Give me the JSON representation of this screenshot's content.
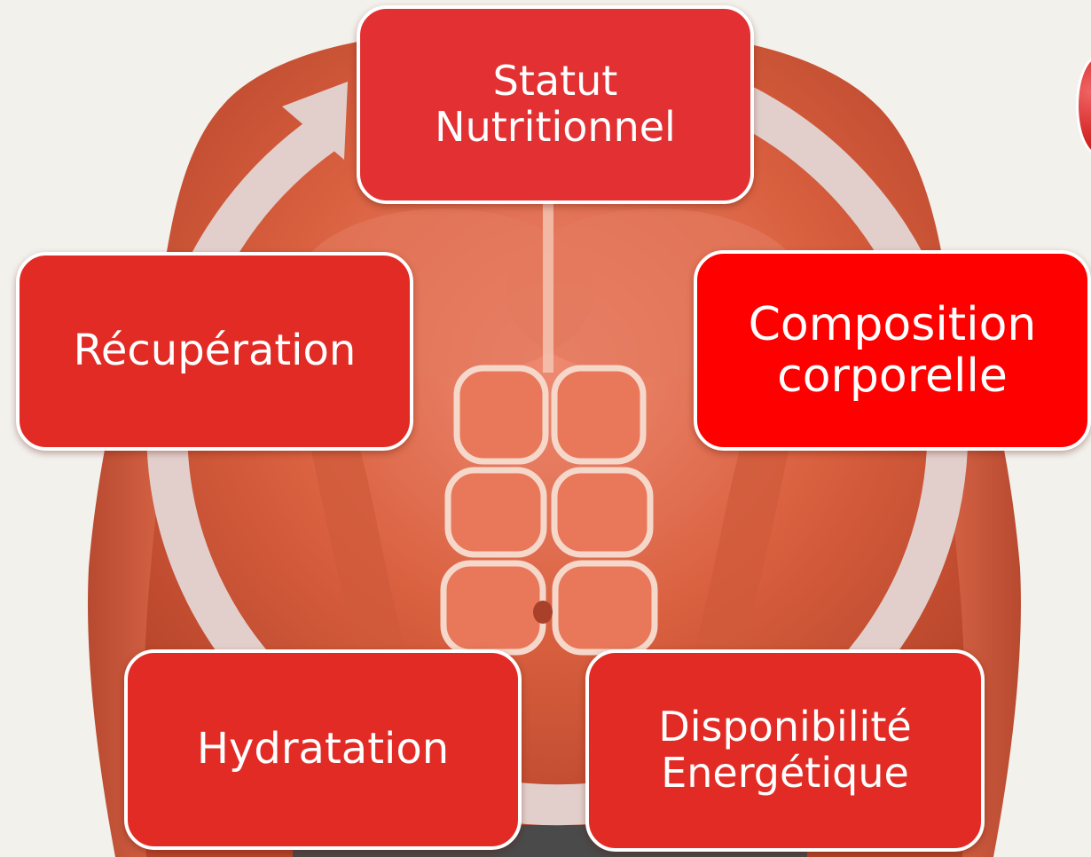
{
  "diagram": {
    "nodes": [
      {
        "id": "statut",
        "label": "Statut\nNutritionnel",
        "color": "#e23033"
      },
      {
        "id": "composition",
        "label": "Composition\ncorporelle",
        "color": "#ff0000"
      },
      {
        "id": "disponibilite",
        "label": "Disponibilité\nEnergétique",
        "color": "#e22b25"
      },
      {
        "id": "hydratation",
        "label": "Hydratation",
        "color": "#e22b25"
      },
      {
        "id": "recuperation",
        "label": "Récupération",
        "color": "#e22b25"
      }
    ],
    "cycle": {
      "direction": "clockwise",
      "arrow_color": "#e2cfcc",
      "arrow_into": "statut"
    }
  }
}
